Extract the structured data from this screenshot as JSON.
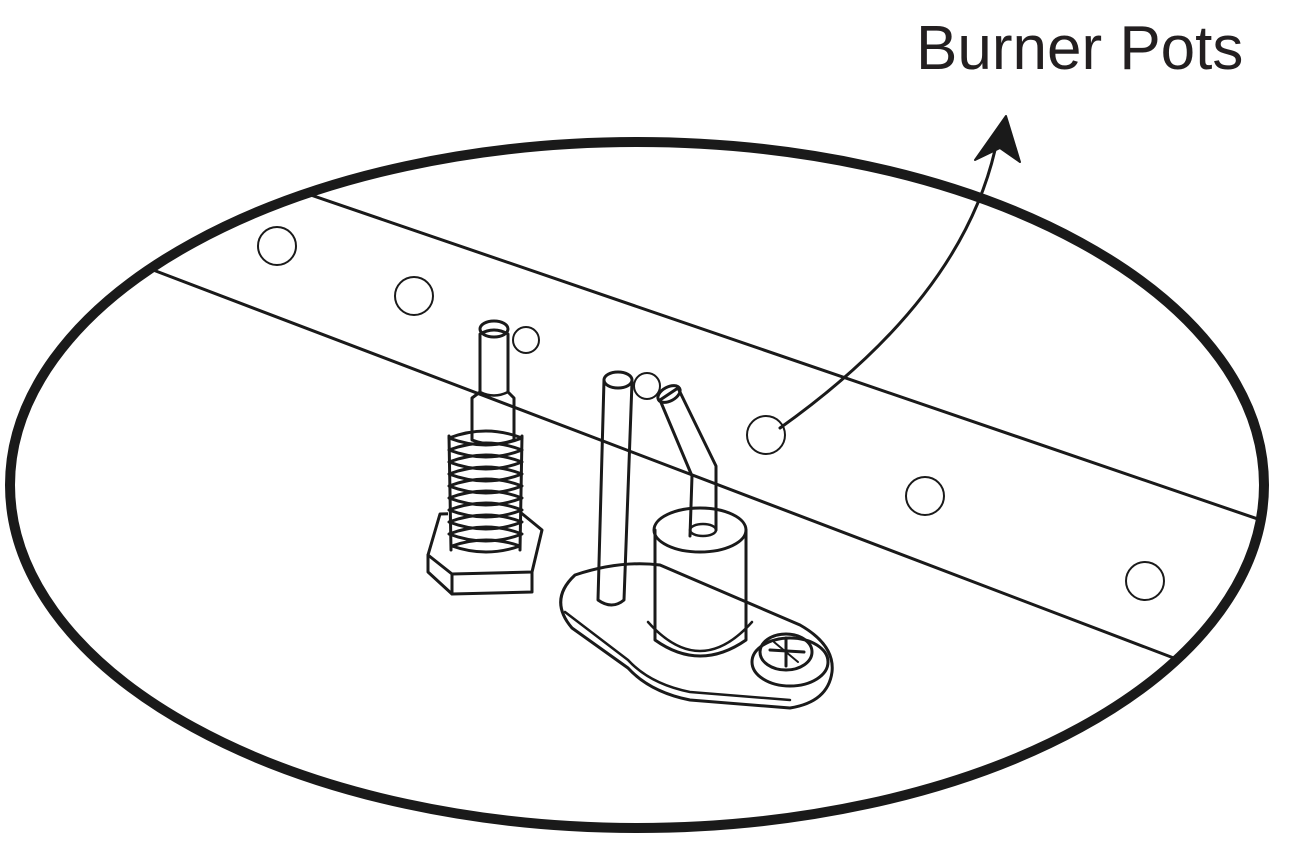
{
  "diagram": {
    "callout": {
      "label": "Burner Pots",
      "points_to": "burner-pot-hole"
    },
    "parts": [
      "burner-tube",
      "burner-pot-holes",
      "threaded-orifice-fitting",
      "hex-nut",
      "igniter-electrode-bracket",
      "mounting-screw"
    ],
    "colors": {
      "ink": "#1a1a1a",
      "background": "#ffffff"
    }
  }
}
